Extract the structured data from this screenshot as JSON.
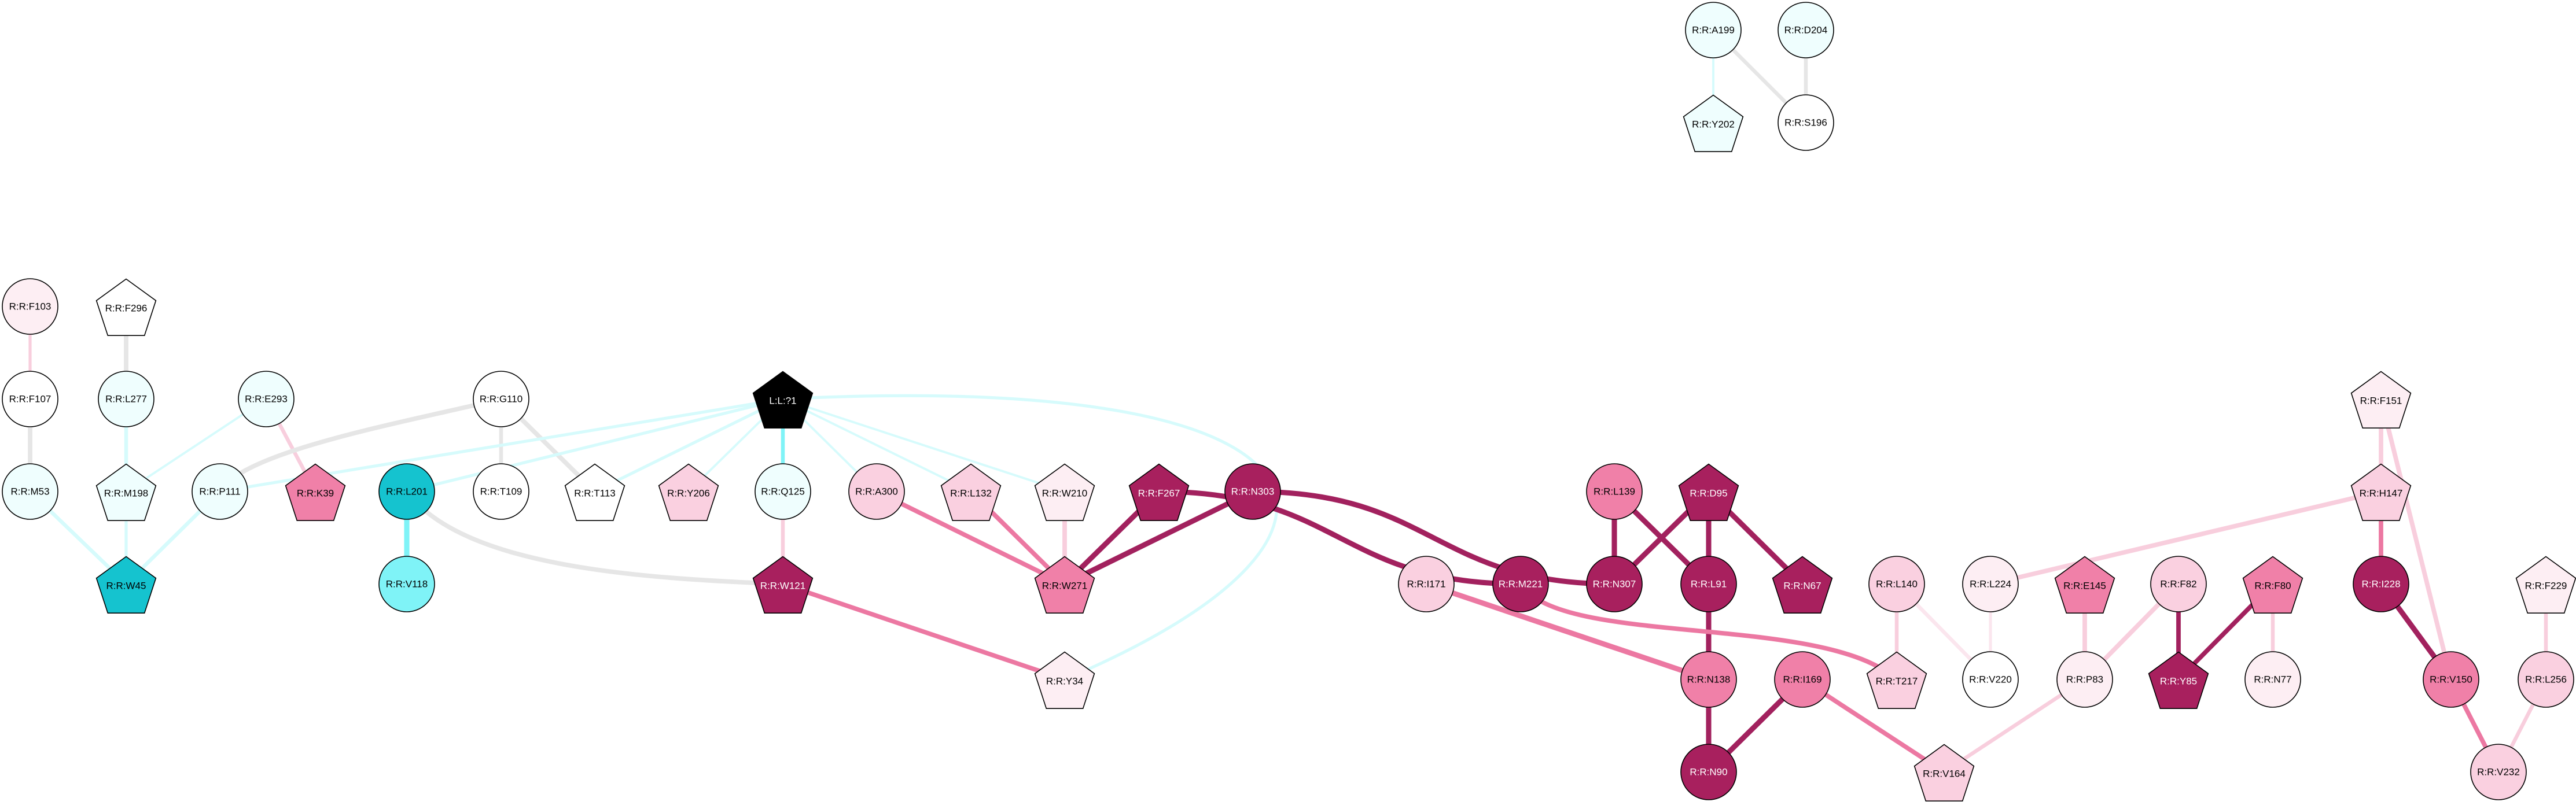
{
  "colors": {
    "black": "#000000",
    "white": "#ffffff",
    "pale_cyan": "#effefe",
    "light_cyan": "#7ff3f7",
    "cyan": "#15c3cf",
    "pale_pink": "#fdeef3",
    "light_pink": "#fad0e0",
    "pink": "#f080a8",
    "crimson": "#a8205e",
    "edge_grey": "#e6e6e6",
    "edge_cyan": "#d6fbfc",
    "edge_cyan_strong": "#7ff3f7",
    "edge_light_pink": "#f8cedd",
    "edge_pink": "#ec78a2",
    "edge_crimson": "#a2215e"
  },
  "nodes": [
    {
      "id": "A199",
      "label": "R:R:A199",
      "shape": "circle",
      "fill": "pale_cyan"
    },
    {
      "id": "D204",
      "label": "R:R:D204",
      "shape": "circle",
      "fill": "pale_cyan"
    },
    {
      "id": "Y202",
      "label": "R:R:Y202",
      "shape": "pentagon",
      "fill": "pale_cyan"
    },
    {
      "id": "S196",
      "label": "R:R:S196",
      "shape": "circle",
      "fill": "white"
    },
    {
      "id": "F103",
      "label": "R:R:F103",
      "shape": "circle",
      "fill": "pale_pink"
    },
    {
      "id": "F296",
      "label": "R:R:F296",
      "shape": "pentagon",
      "fill": "white"
    },
    {
      "id": "F107",
      "label": "R:R:F107",
      "shape": "circle",
      "fill": "white"
    },
    {
      "id": "L277",
      "label": "R:R:L277",
      "shape": "circle",
      "fill": "pale_cyan"
    },
    {
      "id": "E293",
      "label": "R:R:E293",
      "shape": "circle",
      "fill": "pale_cyan"
    },
    {
      "id": "G110",
      "label": "R:R:G110",
      "shape": "circle",
      "fill": "white"
    },
    {
      "id": "L1",
      "label": "L:L:?1",
      "shape": "pentagon",
      "fill": "black",
      "text": "white"
    },
    {
      "id": "F151",
      "label": "R:R:F151",
      "shape": "pentagon",
      "fill": "pale_pink"
    },
    {
      "id": "M53",
      "label": "R:R:M53",
      "shape": "circle",
      "fill": "pale_cyan"
    },
    {
      "id": "M198",
      "label": "R:R:M198",
      "shape": "pentagon",
      "fill": "pale_cyan"
    },
    {
      "id": "P111",
      "label": "R:R:P111",
      "shape": "circle",
      "fill": "pale_cyan"
    },
    {
      "id": "K39",
      "label": "R:R:K39",
      "shape": "pentagon",
      "fill": "pink"
    },
    {
      "id": "L201",
      "label": "R:R:L201",
      "shape": "circle",
      "fill": "cyan"
    },
    {
      "id": "T109",
      "label": "R:R:T109",
      "shape": "circle",
      "fill": "white"
    },
    {
      "id": "T113",
      "label": "R:R:T113",
      "shape": "pentagon",
      "fill": "white"
    },
    {
      "id": "Y206",
      "label": "R:R:Y206",
      "shape": "pentagon",
      "fill": "light_pink"
    },
    {
      "id": "Q125",
      "label": "R:R:Q125",
      "shape": "circle",
      "fill": "pale_cyan"
    },
    {
      "id": "A300",
      "label": "R:R:A300",
      "shape": "circle",
      "fill": "light_pink"
    },
    {
      "id": "L132",
      "label": "R:R:L132",
      "shape": "pentagon",
      "fill": "light_pink"
    },
    {
      "id": "W210",
      "label": "R:R:W210",
      "shape": "pentagon",
      "fill": "pale_pink"
    },
    {
      "id": "F267",
      "label": "R:R:F267",
      "shape": "pentagon",
      "fill": "crimson",
      "text": "white"
    },
    {
      "id": "N303",
      "label": "R:R:N303",
      "shape": "circle",
      "fill": "crimson",
      "text": "white"
    },
    {
      "id": "L139",
      "label": "R:R:L139",
      "shape": "circle",
      "fill": "pink"
    },
    {
      "id": "D95",
      "label": "R:R:D95",
      "shape": "pentagon",
      "fill": "crimson",
      "text": "white"
    },
    {
      "id": "H147",
      "label": "R:R:H147",
      "shape": "pentagon",
      "fill": "light_pink"
    },
    {
      "id": "W45",
      "label": "R:R:W45",
      "shape": "pentagon",
      "fill": "cyan"
    },
    {
      "id": "V118",
      "label": "R:R:V118",
      "shape": "circle",
      "fill": "light_cyan"
    },
    {
      "id": "W121",
      "label": "R:R:W121",
      "shape": "pentagon",
      "fill": "crimson",
      "text": "white"
    },
    {
      "id": "W271",
      "label": "R:R:W271",
      "shape": "pentagon",
      "fill": "pink"
    },
    {
      "id": "I171",
      "label": "R:R:I171",
      "shape": "circle",
      "fill": "light_pink"
    },
    {
      "id": "M221",
      "label": "R:R:M221",
      "shape": "circle",
      "fill": "crimson",
      "text": "white"
    },
    {
      "id": "N307",
      "label": "R:R:N307",
      "shape": "circle",
      "fill": "crimson",
      "text": "white"
    },
    {
      "id": "L91",
      "label": "R:R:L91",
      "shape": "circle",
      "fill": "crimson",
      "text": "white"
    },
    {
      "id": "N67",
      "label": "R:R:N67",
      "shape": "pentagon",
      "fill": "crimson",
      "text": "white"
    },
    {
      "id": "L140",
      "label": "R:R:L140",
      "shape": "circle",
      "fill": "light_pink"
    },
    {
      "id": "L224",
      "label": "R:R:L224",
      "shape": "circle",
      "fill": "pale_pink"
    },
    {
      "id": "E145",
      "label": "R:R:E145",
      "shape": "pentagon",
      "fill": "pink"
    },
    {
      "id": "F82",
      "label": "R:R:F82",
      "shape": "circle",
      "fill": "light_pink"
    },
    {
      "id": "F80",
      "label": "R:R:F80",
      "shape": "pentagon",
      "fill": "pink"
    },
    {
      "id": "I228",
      "label": "R:R:I228",
      "shape": "circle",
      "fill": "crimson",
      "text": "white"
    },
    {
      "id": "F229",
      "label": "R:R:F229",
      "shape": "pentagon",
      "fill": "pale_pink"
    },
    {
      "id": "Y34",
      "label": "R:R:Y34",
      "shape": "pentagon",
      "fill": "pale_pink"
    },
    {
      "id": "N138",
      "label": "R:R:N138",
      "shape": "circle",
      "fill": "pink"
    },
    {
      "id": "I169",
      "label": "R:R:I169",
      "shape": "circle",
      "fill": "pink"
    },
    {
      "id": "T217",
      "label": "R:R:T217",
      "shape": "pentagon",
      "fill": "light_pink"
    },
    {
      "id": "V220",
      "label": "R:R:V220",
      "shape": "circle",
      "fill": "white"
    },
    {
      "id": "P83",
      "label": "R:R:P83",
      "shape": "circle",
      "fill": "pale_pink"
    },
    {
      "id": "Y85",
      "label": "R:R:Y85",
      "shape": "pentagon",
      "fill": "crimson",
      "text": "white"
    },
    {
      "id": "N77",
      "label": "R:R:N77",
      "shape": "circle",
      "fill": "pale_pink"
    },
    {
      "id": "V150",
      "label": "R:R:V150",
      "shape": "circle",
      "fill": "pink"
    },
    {
      "id": "L256",
      "label": "R:R:L256",
      "shape": "circle",
      "fill": "light_pink"
    },
    {
      "id": "N90",
      "label": "R:R:N90",
      "shape": "circle",
      "fill": "crimson",
      "text": "white"
    },
    {
      "id": "V164",
      "label": "R:R:V164",
      "shape": "pentagon",
      "fill": "light_pink"
    },
    {
      "id": "V232",
      "label": "R:R:V232",
      "shape": "circle",
      "fill": "light_pink"
    }
  ],
  "edges": [
    {
      "from": "A199",
      "to": "Y202",
      "color": "edge_cyan",
      "weight": 3
    },
    {
      "from": "A199",
      "to": "S196",
      "color": "edge_grey",
      "weight": 5
    },
    {
      "from": "D204",
      "to": "S196",
      "color": "edge_grey",
      "weight": 5
    },
    {
      "from": "F103",
      "to": "F107",
      "color": "edge_light_pink",
      "weight": 4
    },
    {
      "from": "F107",
      "to": "M53",
      "color": "edge_grey",
      "weight": 6
    },
    {
      "from": "F296",
      "to": "L277",
      "color": "edge_grey",
      "weight": 6
    },
    {
      "from": "L277",
      "to": "M198",
      "color": "edge_cyan",
      "weight": 5
    },
    {
      "from": "M53",
      "to": "W45",
      "color": "edge_cyan",
      "weight": 5
    },
    {
      "from": "M198",
      "to": "W45",
      "color": "edge_cyan",
      "weight": 4
    },
    {
      "from": "P111",
      "to": "W45",
      "color": "edge_cyan",
      "weight": 5
    },
    {
      "from": "E293",
      "to": "M198",
      "color": "edge_cyan",
      "weight": 3
    },
    {
      "from": "E293",
      "to": "K39",
      "color": "edge_light_pink",
      "weight": 5
    },
    {
      "from": "G110",
      "to": "P111",
      "color": "edge_grey",
      "weight": 6
    },
    {
      "from": "G110",
      "to": "T109",
      "color": "edge_grey",
      "weight": 5
    },
    {
      "from": "G110",
      "to": "T113",
      "color": "edge_grey",
      "weight": 6
    },
    {
      "from": "L201",
      "to": "V118",
      "color": "edge_cyan_strong",
      "weight": 7
    },
    {
      "from": "L201",
      "to": "W121",
      "color": "edge_grey",
      "weight": 6
    },
    {
      "from": "L1",
      "to": "P111",
      "color": "edge_cyan",
      "weight": 4
    },
    {
      "from": "L1",
      "to": "L201",
      "color": "edge_cyan",
      "weight": 4
    },
    {
      "from": "L1",
      "to": "T113",
      "color": "edge_cyan",
      "weight": 4
    },
    {
      "from": "L1",
      "to": "Y206",
      "color": "edge_cyan",
      "weight": 3
    },
    {
      "from": "L1",
      "to": "Q125",
      "color": "edge_cyan_strong",
      "weight": 5
    },
    {
      "from": "L1",
      "to": "A300",
      "color": "edge_cyan",
      "weight": 3
    },
    {
      "from": "L1",
      "to": "L132",
      "color": "edge_cyan",
      "weight": 3
    },
    {
      "from": "L1",
      "to": "W210",
      "color": "edge_cyan",
      "weight": 3
    },
    {
      "from": "L1",
      "to": "Y34",
      "color": "edge_cyan",
      "weight": 4,
      "curve": "loop"
    },
    {
      "from": "Q125",
      "to": "W121",
      "color": "edge_light_pink",
      "weight": 5
    },
    {
      "from": "W121",
      "to": "Y34",
      "color": "edge_pink",
      "weight": 6
    },
    {
      "from": "A300",
      "to": "W271",
      "color": "edge_pink",
      "weight": 6
    },
    {
      "from": "L132",
      "to": "W271",
      "color": "edge_pink",
      "weight": 6
    },
    {
      "from": "W210",
      "to": "W271",
      "color": "edge_light_pink",
      "weight": 6
    },
    {
      "from": "F267",
      "to": "W271",
      "color": "edge_crimson",
      "weight": 7
    },
    {
      "from": "N303",
      "to": "W271",
      "color": "edge_crimson",
      "weight": 7
    },
    {
      "from": "F267",
      "to": "M221",
      "color": "edge_crimson",
      "weight": 7
    },
    {
      "from": "N303",
      "to": "N307",
      "color": "edge_crimson",
      "weight": 7
    },
    {
      "from": "L139",
      "to": "N307",
      "color": "edge_crimson",
      "weight": 7
    },
    {
      "from": "L139",
      "to": "L91",
      "color": "edge_crimson",
      "weight": 7
    },
    {
      "from": "D95",
      "to": "N307",
      "color": "edge_crimson",
      "weight": 7
    },
    {
      "from": "D95",
      "to": "L91",
      "color": "edge_crimson",
      "weight": 7
    },
    {
      "from": "D95",
      "to": "N67",
      "color": "edge_crimson",
      "weight": 7
    },
    {
      "from": "L91",
      "to": "N138",
      "color": "edge_crimson",
      "weight": 7
    },
    {
      "from": "I171",
      "to": "N138",
      "color": "edge_pink",
      "weight": 7
    },
    {
      "from": "M221",
      "to": "T217",
      "color": "edge_pink",
      "weight": 6
    },
    {
      "from": "N138",
      "to": "N90",
      "color": "edge_crimson",
      "weight": 7
    },
    {
      "from": "I169",
      "to": "N90",
      "color": "edge_crimson",
      "weight": 7
    },
    {
      "from": "I169",
      "to": "V164",
      "color": "edge_pink",
      "weight": 6
    },
    {
      "from": "L140",
      "to": "T217",
      "color": "edge_light_pink",
      "weight": 5
    },
    {
      "from": "L140",
      "to": "V220",
      "color": "edge_pale",
      "weight": 5
    },
    {
      "from": "L224",
      "to": "V220",
      "color": "edge_pale",
      "weight": 4
    },
    {
      "from": "L224",
      "to": "H147",
      "color": "edge_light_pink",
      "weight": 6
    },
    {
      "from": "E145",
      "to": "P83",
      "color": "edge_light_pink",
      "weight": 6
    },
    {
      "from": "F82",
      "to": "P83",
      "color": "edge_light_pink",
      "weight": 6
    },
    {
      "from": "F82",
      "to": "Y85",
      "color": "edge_crimson",
      "weight": 6
    },
    {
      "from": "F80",
      "to": "Y85",
      "color": "edge_crimson",
      "weight": 6
    },
    {
      "from": "F80",
      "to": "N77",
      "color": "edge_light_pink",
      "weight": 5
    },
    {
      "from": "P83",
      "to": "V164",
      "color": "edge_light_pink",
      "weight": 5
    },
    {
      "from": "F151",
      "to": "H147",
      "color": "edge_light_pink",
      "weight": 6
    },
    {
      "from": "F151",
      "to": "V150",
      "color": "edge_light_pink",
      "weight": 6
    },
    {
      "from": "H147",
      "to": "I228",
      "color": "edge_pink",
      "weight": 6
    },
    {
      "from": "I228",
      "to": "V150",
      "color": "edge_crimson",
      "weight": 7
    },
    {
      "from": "V150",
      "to": "V232",
      "color": "edge_pink",
      "weight": 6
    },
    {
      "from": "F229",
      "to": "L256",
      "color": "edge_light_pink",
      "weight": 5
    },
    {
      "from": "L256",
      "to": "V232",
      "color": "edge_light_pink",
      "weight": 5
    }
  ]
}
